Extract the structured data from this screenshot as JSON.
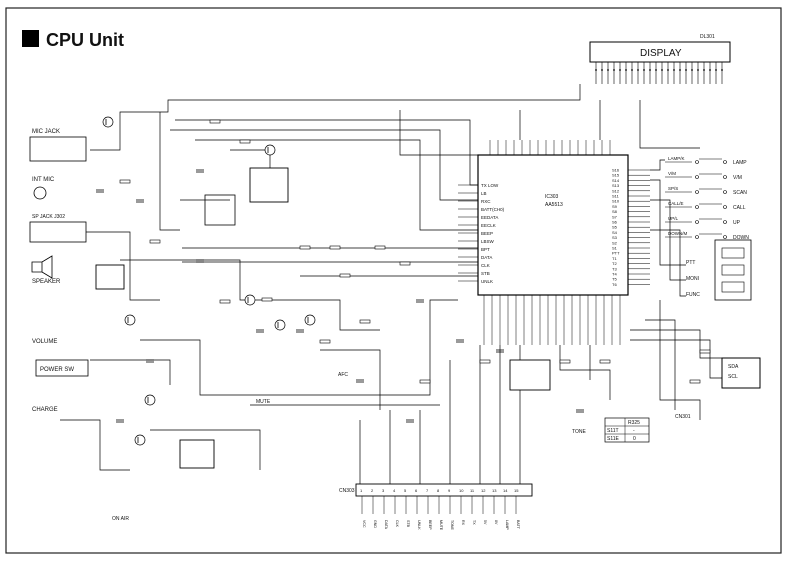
{
  "header": {
    "title": "CPU Unit"
  },
  "display": {
    "label": "DISPLAY",
    "ref": "DL301"
  },
  "ic": {
    "cpu_ref": "IC303",
    "cpu_part": "AA5513"
  },
  "connectors": {
    "mic_jack": "MIC JACK",
    "int_mic": "INT MIC",
    "sp_jack": "SP JACK J302",
    "speaker": "SPEAKER",
    "volume": "VOLUME",
    "power_sw": "POWER SW",
    "charge": "CHARGE",
    "on_air": "ON AIR",
    "cn_bottom": "CN303",
    "cn_right": "CN301"
  },
  "keys": [
    "LAMP",
    "V/M",
    "SCAN",
    "CALL",
    "UP",
    "DOWN"
  ],
  "key_left": [
    "LAMP/K",
    "V/M",
    "SP/S",
    "CALL/E",
    "UP/L",
    "DOWN/M"
  ],
  "side_labels": [
    "PTT",
    "MONI",
    "FUNC"
  ],
  "pins_left": [
    "TX LOW",
    "LB",
    "RXC",
    "BATT(CH0)",
    "EEDATA",
    "EECLK",
    "BEEP",
    "LBSW",
    "BPT",
    "DATA",
    "CLK",
    "STB",
    "UNLK"
  ],
  "pins_right": [
    "S16",
    "S15",
    "S14",
    "S13",
    "S12",
    "S11",
    "S10",
    "S9",
    "S8",
    "S7",
    "S6",
    "S5",
    "S4",
    "S3",
    "S2",
    "S1",
    "PTT",
    "T1",
    "T2",
    "T3",
    "T4",
    "T5",
    "T6"
  ],
  "bottom_pins": [
    "VCC",
    "GND",
    "DATA",
    "CLK",
    "STB",
    "UNLK",
    "BEEP",
    "MUTE",
    "TONE",
    "RX",
    "TX",
    "5V",
    "8V",
    "LAMP",
    "BATT"
  ],
  "misc": {
    "mute": "MUTE",
    "tone": "TONE",
    "afc": "AFC",
    "table_head": "R325",
    "table_rows": [
      "S11T",
      "S11E"
    ],
    "table_vals": [
      "-",
      "0"
    ]
  }
}
